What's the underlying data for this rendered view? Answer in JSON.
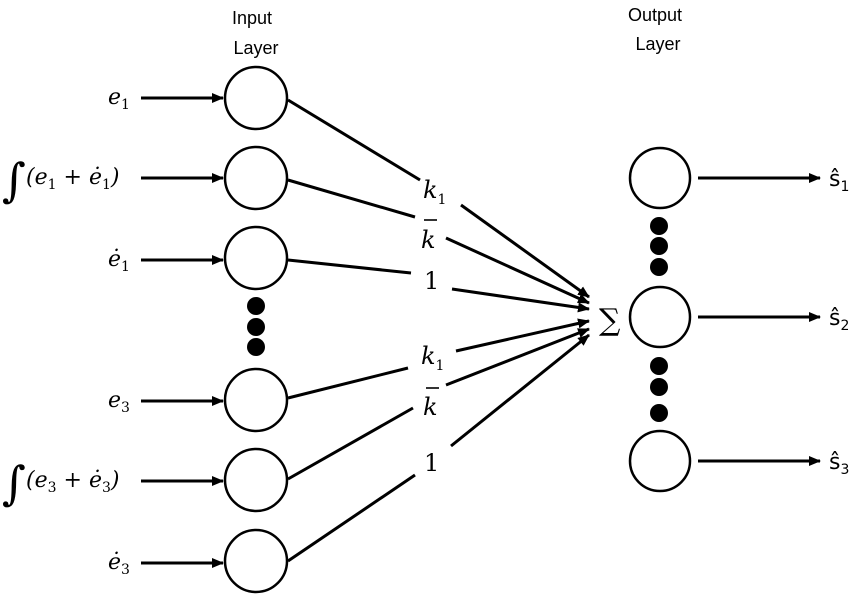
{
  "diagram": {
    "input_layer_title": [
      "Input",
      "Layer"
    ],
    "output_layer_title": [
      "Output",
      "Layer"
    ],
    "inputs": [
      {
        "var": "e",
        "sub": "1",
        "kind": "plain"
      },
      {
        "var": "e",
        "sub": "1",
        "kind": "integral"
      },
      {
        "var": "ė",
        "sub": "1",
        "kind": "plain"
      },
      {
        "var": "e",
        "sub": "3",
        "kind": "plain"
      },
      {
        "var": "e",
        "sub": "3",
        "kind": "integral"
      },
      {
        "var": "ė",
        "sub": "3",
        "kind": "plain"
      }
    ],
    "integral_sign": "∫",
    "weights": [
      {
        "text": "k",
        "sub": "1",
        "overbar": false
      },
      {
        "text": "k",
        "sub": "",
        "overbar": true
      },
      {
        "text": "1",
        "sub": "",
        "overbar": false
      },
      {
        "text": "k",
        "sub": "1",
        "overbar": false
      },
      {
        "text": "k",
        "sub": "",
        "overbar": true
      },
      {
        "text": "1",
        "sub": "",
        "overbar": false
      }
    ],
    "sum_symbol": "∑",
    "outputs": [
      {
        "text": "ŝ",
        "sub": "1"
      },
      {
        "text": "ŝ",
        "sub": "2"
      },
      {
        "text": "ŝ",
        "sub": "3"
      }
    ],
    "colors": {
      "stroke": "#000000",
      "node_fill": "#ffffff",
      "background": "#ffffff"
    }
  }
}
